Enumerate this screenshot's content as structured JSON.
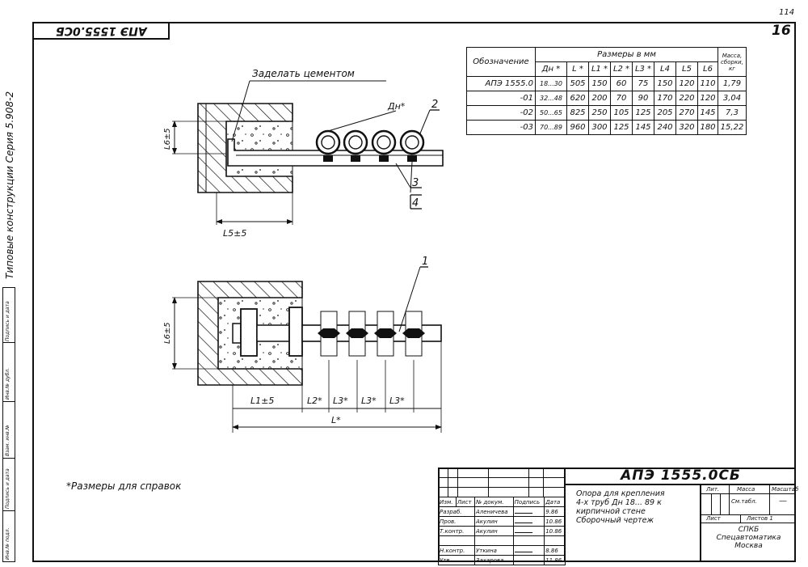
{
  "page": {
    "corner_mark": "114",
    "sheet_number": "16",
    "mirrored_code": "АПЭ 1555.0СБ",
    "series_label": "Типовые конструкции   Серия 5.908-2",
    "footnote": "*Размеры для справок"
  },
  "side_stamp": [
    "Инв.№ подл.",
    "Подпись и дата",
    "Взам. инв.№",
    "Инв.№ дубл.",
    "Подпись и дата"
  ],
  "drawing": {
    "note_cement": "Заделать цементом",
    "dim_dn": "Дн*",
    "dim_l6": "L6±5",
    "dim_l5": "L5±5",
    "dim_l1": "L1±5",
    "dim_l2": "L2*",
    "dim_l3": "L3*",
    "dim_l": "L*",
    "callouts": [
      "1",
      "2",
      "3",
      "4"
    ]
  },
  "dim_table": {
    "col_designation": "Обозначение",
    "group_header": "Размеры в мм",
    "col_mass": "Масса, сборки, кг",
    "columns": [
      "Дн *",
      "L *",
      "L1 *",
      "L2 *",
      "L3 *",
      "L4",
      "L5",
      "L6"
    ],
    "rows": [
      {
        "designation": "АПЭ 1555.0",
        "cells": [
          "18...30",
          "505",
          "150",
          "60",
          "75",
          "150",
          "120",
          "110"
        ],
        "mass": "1,79"
      },
      {
        "designation": "-01",
        "cells": [
          "32...48",
          "620",
          "200",
          "70",
          "90",
          "170",
          "220",
          "120"
        ],
        "mass": "3,04"
      },
      {
        "designation": "-02",
        "cells": [
          "50...65",
          "825",
          "250",
          "105",
          "125",
          "205",
          "270",
          "145"
        ],
        "mass": "7,3"
      },
      {
        "designation": "-03",
        "cells": [
          "70...89",
          "960",
          "300",
          "125",
          "145",
          "240",
          "320",
          "180"
        ],
        "mass": "15,22"
      }
    ]
  },
  "title_block": {
    "doc_code": "АПЭ 1555.0СБ",
    "title": [
      "Опора для крепления",
      "4-х труб Дн 18... 89 к",
      "кирпичной стене",
      "Сборочный чертеж"
    ],
    "lit_label": "Лит.",
    "mass_label": "Масса",
    "scale_label": "Масштаб",
    "mass_value": "См.табл.",
    "scale_value": "—",
    "sheet_label": "Лист",
    "sheets_label": "Листов 1",
    "org": [
      "СПКБ",
      "Спецавтоматика",
      "Москва"
    ],
    "head": [
      "Изм.",
      "Лист",
      "№ докум.",
      "Подпись",
      "Дата"
    ],
    "signers": [
      {
        "role": "Разраб.",
        "name": "Аленичева",
        "date": "9.86"
      },
      {
        "role": "Пров.",
        "name": "Акулин",
        "date": "10.86"
      },
      {
        "role": "Т.контр.",
        "name": "Акулин",
        "date": "10.86"
      },
      {
        "role": "Н.контр.",
        "name": "Уткина",
        "date": "8.86"
      },
      {
        "role": "Утв.",
        "name": "Захарова",
        "date": "11.86"
      }
    ]
  }
}
